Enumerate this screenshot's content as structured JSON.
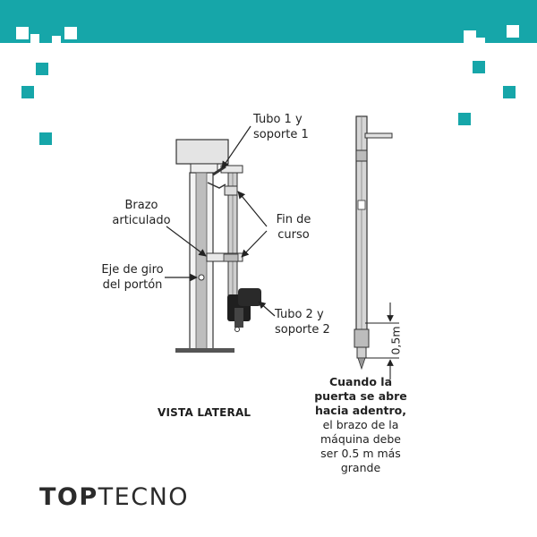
{
  "brand": {
    "accent_color": "#16a6a9",
    "logo_part_1": "TOP",
    "logo_part_2": "TECNO"
  },
  "side_view": {
    "labels": {
      "tubo1_line1": "Tubo 1 y",
      "tubo1_line2": "soporte 1",
      "brazo_line1": "Brazo",
      "brazo_line2": "articulado",
      "fin_line1": "Fin de",
      "fin_line2": "curso",
      "eje_line1": "Eje de giro",
      "eje_line2": "del portón",
      "tubo2_line1": "Tubo 2 y",
      "tubo2_line2": "soporte 2"
    },
    "caption": "VISTA LATERAL"
  },
  "front_view": {
    "dimension": "0,5m",
    "note_bold_1": "Cuando la",
    "note_bold_2": "puerta se abre",
    "note_bold_3": "hacia adentro,",
    "note_4": "el brazo de la",
    "note_5": "máquina debe",
    "note_6": "ser 0.5 m más",
    "note_7": "grande"
  }
}
